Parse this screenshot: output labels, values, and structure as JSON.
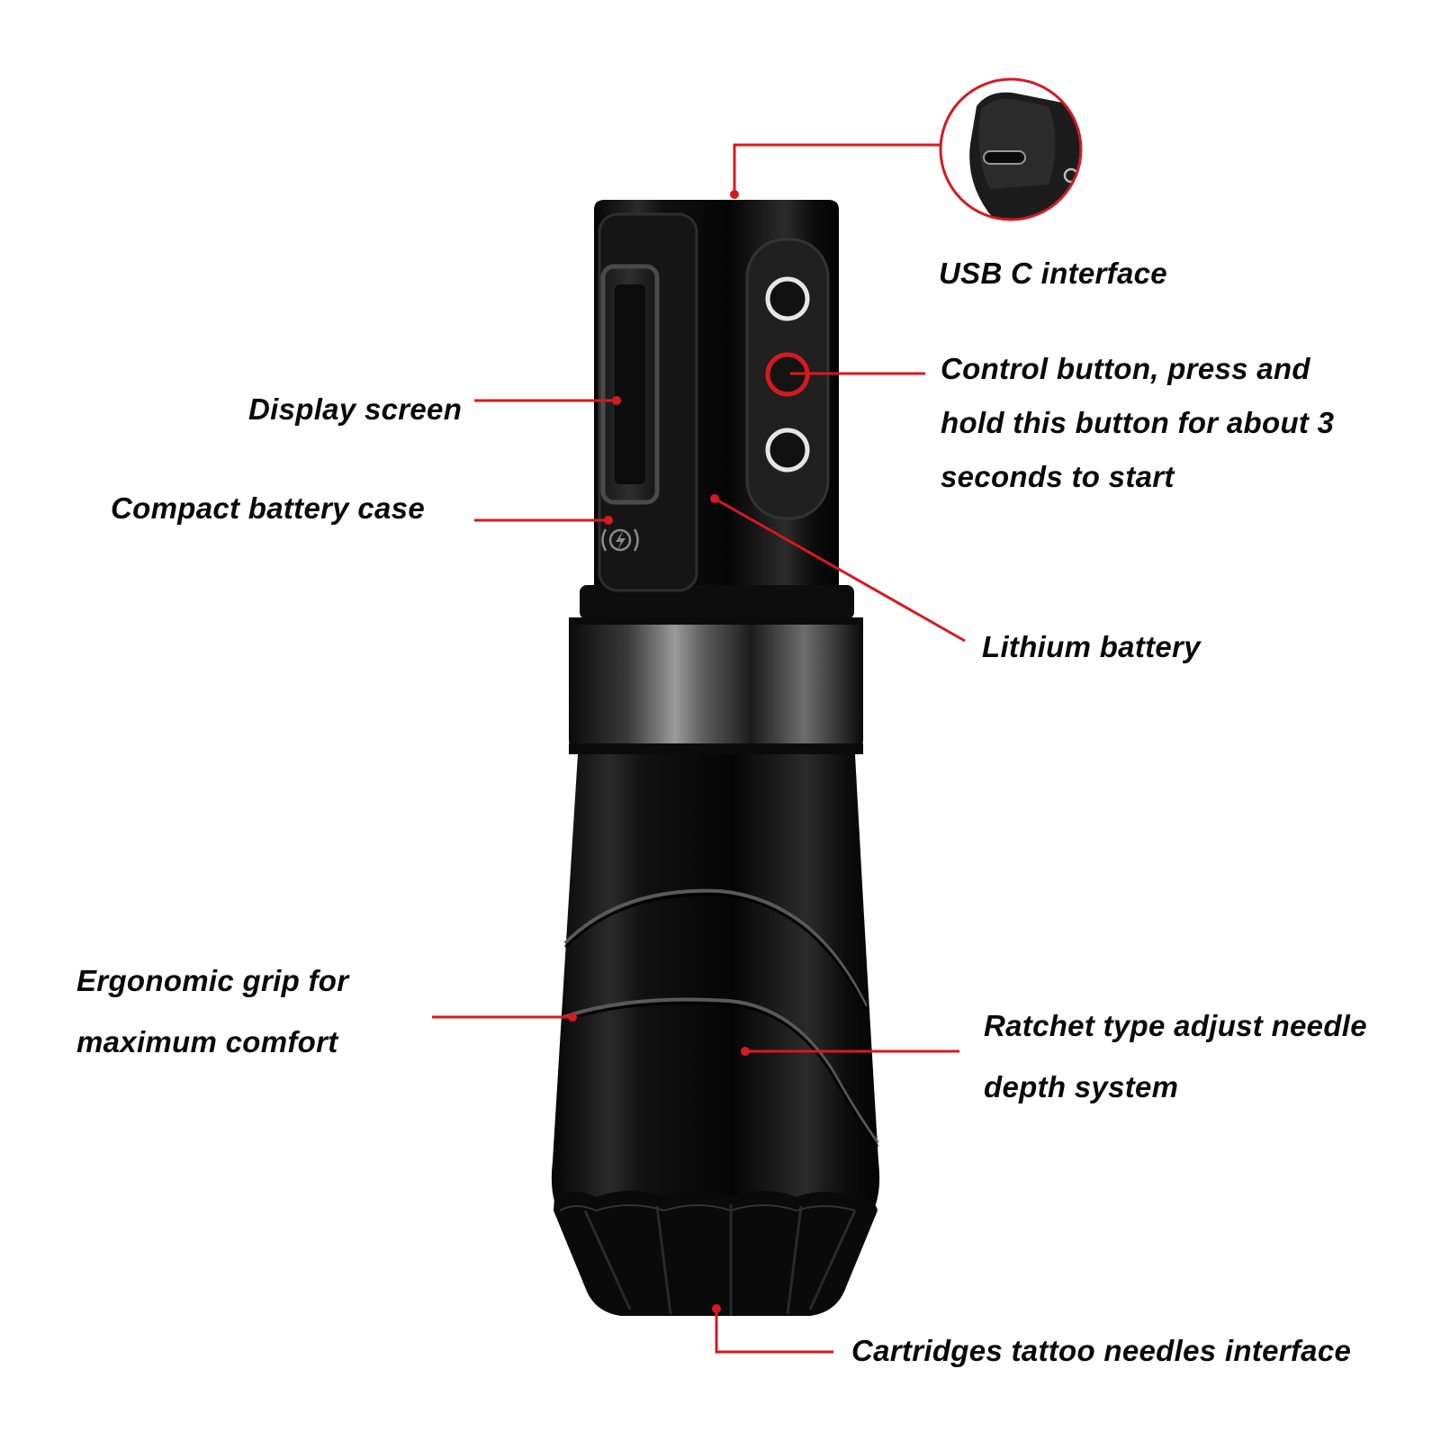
{
  "colors": {
    "leader": "#d71920",
    "background": "#ffffff",
    "body": "#0d0d0d",
    "text": "#0a0a0a"
  },
  "labels": {
    "usb": "USB C interface",
    "control": [
      "Control button, press and",
      "hold this button for about 3",
      "seconds to start"
    ],
    "display": "Display screen",
    "battery_case": "Compact battery case",
    "lithium": "Lithium battery",
    "grip": [
      "Ergonomic grip for",
      "maximum comfort"
    ],
    "ratchet": [
      "Ratchet type adjust needle",
      "depth system"
    ],
    "cartridge": "Cartridges tattoo needles interface"
  },
  "icons": {
    "charging": "wireless-charging-icon",
    "usb_port": "usb-c-port-icon"
  }
}
